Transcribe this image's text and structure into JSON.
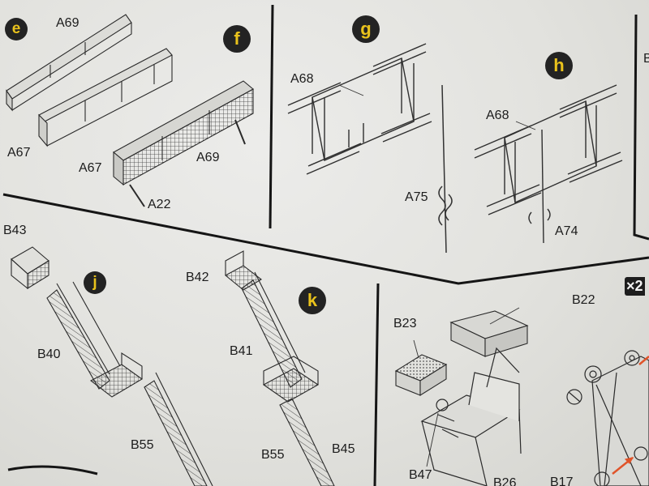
{
  "steps": {
    "e": "e",
    "f": "f",
    "g": "g",
    "h": "h",
    "j": "j",
    "k": "k"
  },
  "parts": {
    "a69_top": "A69",
    "a67_left": "A67",
    "a67_mid": "A67",
    "a69_mid": "A69",
    "a22": "A22",
    "a68_g": "A68",
    "a75": "A75",
    "a68_h": "A68",
    "a74": "A74",
    "b43": "B43",
    "b42": "B42",
    "b40": "B40",
    "b41": "B41",
    "b55_left": "B55",
    "b55_right": "B55",
    "b45": "B45",
    "b23": "B23",
    "b22": "B22",
    "b47": "B47",
    "b26": "B26",
    "b17": "B17",
    "edge_b": "B"
  },
  "quantity_badge": "×2",
  "colors": {
    "badge_bg": "#232323",
    "badge_letter": "#e9c21c",
    "ink": "#1c1c1c",
    "paper": "#e3e3df",
    "accent_arrow": "#e0542a"
  }
}
